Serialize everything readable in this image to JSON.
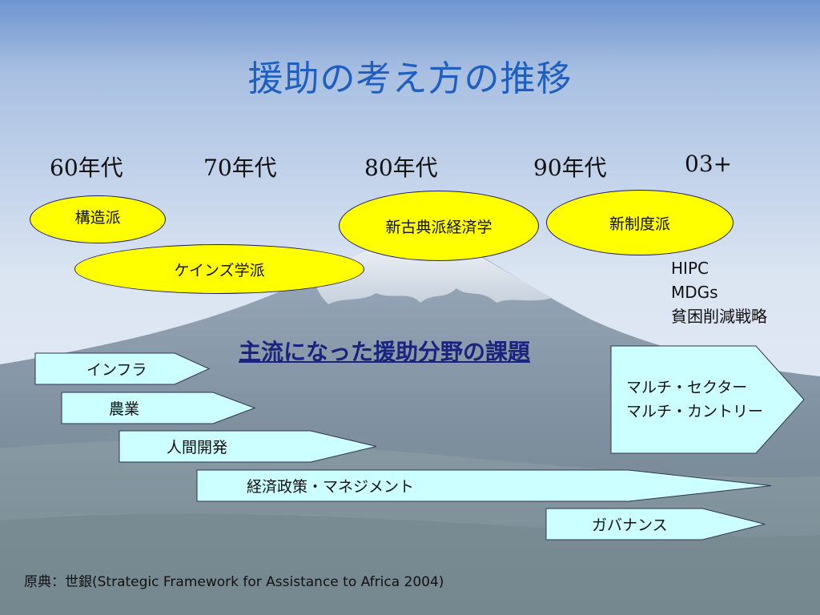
{
  "title": "援助の考え方の推移",
  "eras": [
    "60年代",
    "70年代",
    "80年代",
    "90年代",
    "03+"
  ],
  "schools": {
    "structuralism": "構造派",
    "keynesian": "ケインズ学派",
    "neoclassical": "新古典派経済学",
    "new_institutional": "新制度派"
  },
  "initiatives": [
    "HIPC",
    "MDGs",
    "貧困削減戦略"
  ],
  "sectors_heading": "主流になった援助分野の課題",
  "sectors": {
    "infrastructure": "インフラ",
    "agriculture": "農業",
    "human_development": "人間開発",
    "economic_policy": "経済政策・マネジメント",
    "governance": "ガバナンス"
  },
  "multi": {
    "line1": "マルチ・セクター",
    "line2": "マルチ・カントリー"
  },
  "source": "原典：世銀(Strategic Framework for Assistance to Africa 2004)",
  "colors": {
    "title": "#1f5fbf",
    "ellipse_fill": "#ffff00",
    "arrow_fill": "#ccffff",
    "heading": "#1a237e"
  }
}
